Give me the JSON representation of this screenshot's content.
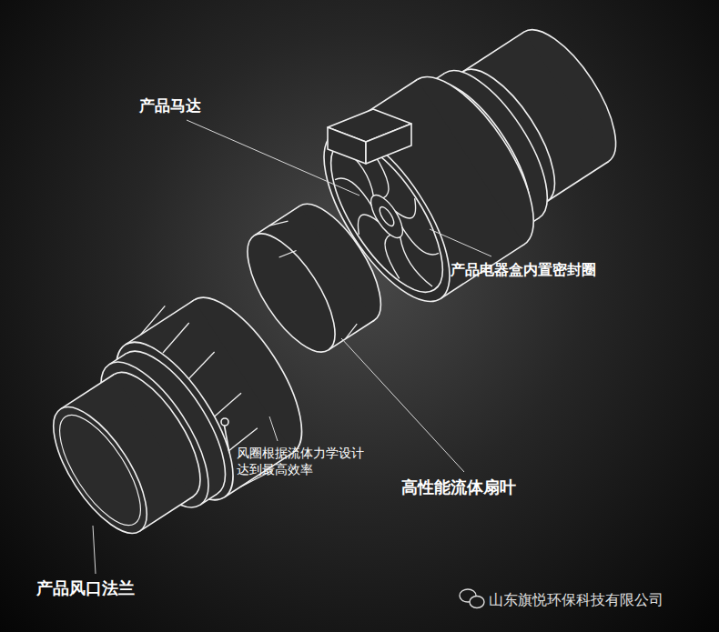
{
  "diagram": {
    "labels": [
      "产品马达",
      "产品电器盒内置密封圈",
      "风圈根据流体力学设计 达到最高效率",
      "高性能流体扇叶",
      "产品风口法兰",
      "山东旗悦环保科技有限公司"
    ]
  }
}
